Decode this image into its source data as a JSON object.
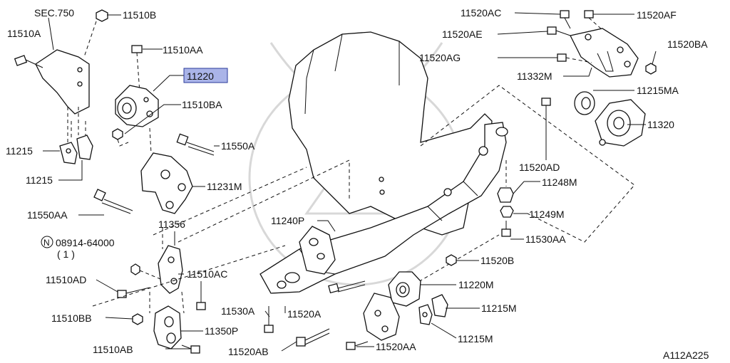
{
  "diagram_code": "A112A225",
  "highlighted_part": "11220",
  "labels": {
    "sec750": "SEC.750",
    "p11510b_top": "11510B",
    "p11510a": "11510A",
    "p11510aa": "11510AA",
    "p11220": "11220",
    "p11510ba": "11510BA",
    "p11215_a": "11215",
    "p11215_b": "11215",
    "p11550a": "11550A",
    "p11231m": "11231M",
    "p11550aa": "11550AA",
    "p11356": "11356",
    "nut_code": "08914-64000",
    "nut_qty": "( 1 )",
    "nut_symbol": "N",
    "p11510ad": "11510AD",
    "p11510ac": "11510AC",
    "p11510bb": "11510BB",
    "p11350p": "11350P",
    "p11510ab": "11510AB",
    "p11530a": "11530A",
    "p11520ab": "11520AB",
    "p11520a": "11520A",
    "p11520aa": "11520AA",
    "p11240p": "11240P",
    "p11220m": "11220M",
    "p11215m_a": "11215M",
    "p11215m_b": "11215M",
    "p11520b": "11520B",
    "p11530aa": "11530AA",
    "p11249m": "11249M",
    "p11248m": "11248M",
    "p11520ad": "11520AD",
    "p11320": "11320",
    "p11215ma": "11215MA",
    "p11332m": "11332M",
    "p11520ag": "11520AG",
    "p11520ae": "11520AE",
    "p11520ac": "11520AC",
    "p11520af": "11520AF",
    "p11520ba": "11520BA"
  }
}
